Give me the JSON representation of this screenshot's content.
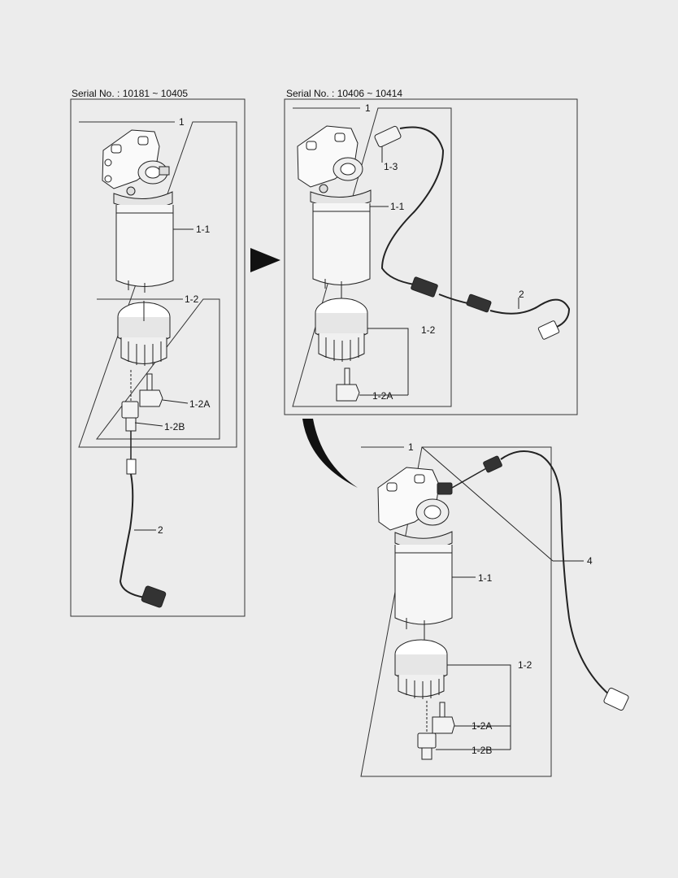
{
  "panels": {
    "left": {
      "serial": "Serial No. : 10181 ~ 10405"
    },
    "top_right": {
      "serial": "Serial No. : 10406 ~ 10414"
    }
  },
  "callouts": {
    "left": {
      "p1": "1",
      "p1_1": "1-1",
      "p1_2": "1-2",
      "p1_2a": "1-2A",
      "p1_2b": "1-2B",
      "p2": "2"
    },
    "top_right": {
      "p1": "1",
      "p1_3": "1-3",
      "p1_1": "1-1",
      "p1_2": "1-2",
      "p1_2a": "1-2A",
      "p2": "2"
    },
    "bottom_right": {
      "p1": "1",
      "p4": "4",
      "p1_1": "1-1",
      "p1_2": "1-2",
      "p1_2a": "1-2A",
      "p1_2b": "1-2B"
    }
  }
}
